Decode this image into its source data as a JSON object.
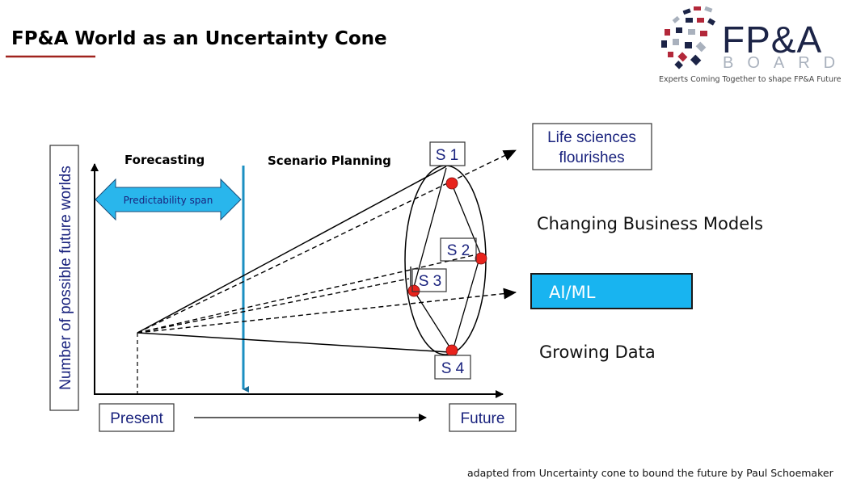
{
  "slide": {
    "title": "FP&A World as an Uncertainty Cone",
    "footer": "adapted  from Uncertainty cone to bound the future by Paul Schoemaker",
    "accent_color": "#a0231e"
  },
  "logo": {
    "main": "FP&A",
    "sub": "BOARD",
    "tagline": "Experts Coming Together to shape FP&A Future",
    "navy": "#1c2447",
    "red": "#b3283a",
    "grey": "#a9b1bd"
  },
  "diagram": {
    "y_axis_label": "Number of possible future worlds",
    "forecasting_label": "Forecasting",
    "scenario_planning_label": "Scenario Planning",
    "predictability_span": "Predictability span",
    "present_label": "Present",
    "future_label": "Future",
    "scenarios": [
      "S 1",
      "S 2",
      "S 3",
      "S 4"
    ],
    "outcomes": {
      "life_sciences_line1": "Life sciences",
      "life_sciences_line2": "flourishes",
      "changing_business_models": "Changing Business Models",
      "ai_ml": "AI/ML",
      "growing_data": "Growing Data"
    },
    "colors": {
      "arrow_fill": "#29b6ec",
      "ai_box": "#18b4f0",
      "dot": "#e8231c",
      "label_text": "#1a237e"
    }
  }
}
